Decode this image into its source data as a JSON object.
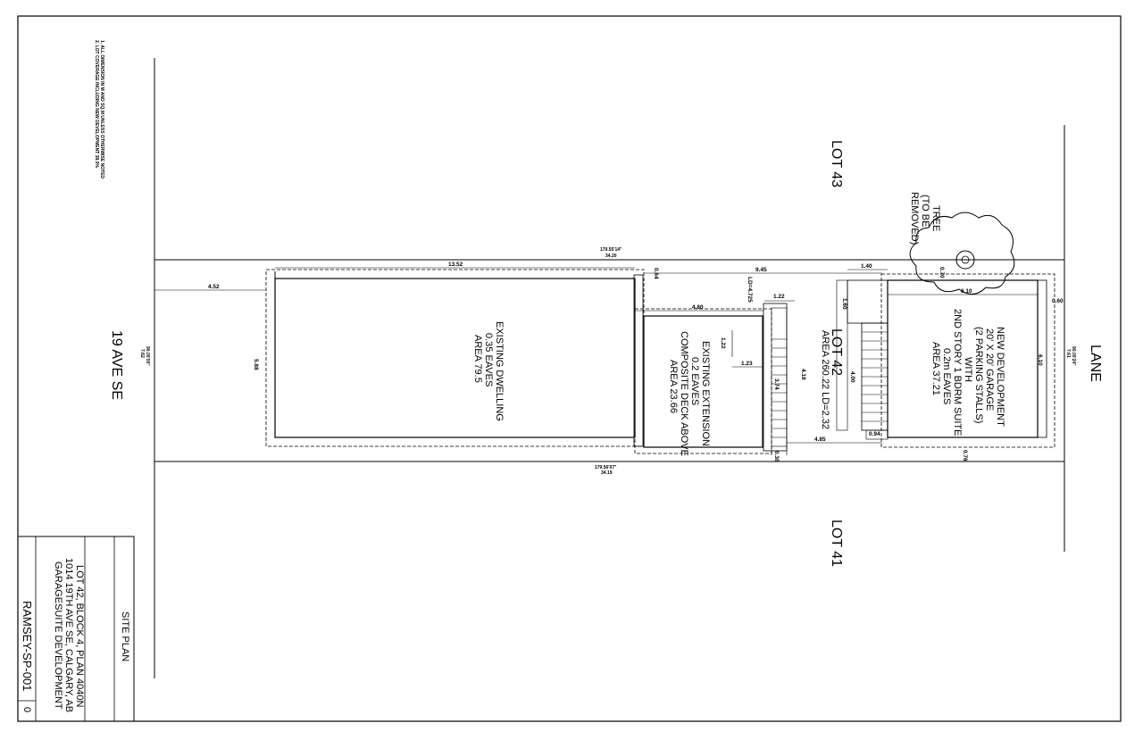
{
  "notes": {
    "line1": "1. ALL DIMENSION IN M AND SQ.M UNLESS OTHERWISE NOTED",
    "line2": "2. LOT COVERAGE INCLUDING NEW DEVELOPMENT 38.0%"
  },
  "streets": {
    "front": "19 AVE SE",
    "rear": "LANE"
  },
  "lots": {
    "north": "LOT 43",
    "south": "LOT 41",
    "subject": "LOT 42",
    "subject_area": "AREA 260.22  LD=2.32"
  },
  "tree": {
    "line1": "TREE",
    "line2": "(TO BE",
    "line3": "REMOVED)"
  },
  "dwelling": {
    "line1": "EXISTING DWELLING",
    "line2": "0.35 EAVES",
    "line3": "AREA 79.5"
  },
  "extension": {
    "line1": "EXISTING EXTENSION",
    "line2": "0.2 EAVES",
    "line3": "COMPOSITE DECK ABOVE",
    "line4": "AREA 23.66"
  },
  "garage": {
    "line1": "NEW DEVELOPMENT",
    "line2": "20' X 20' GARAGE",
    "line3": "(2 PARKING STALLS)",
    "line4": "WITH",
    "line5": "2ND STORY 1 BDRM SUITE",
    "line6": "0.2m EAVES",
    "line7": "AREA 37.21"
  },
  "bearings": {
    "north_bearing": "179.55'14\"",
    "north_length": "34.20",
    "south_bearing": "179.56'07\"",
    "south_length": "34.19",
    "west_bearing": "90.00'00\"",
    "west_length": "7.62",
    "east_bearing": "90.00'24\"",
    "east_length": "7.61"
  },
  "dims": {
    "d1352": "13.52",
    "d452": "4.52",
    "d588": "5.88",
    "d064": "0.64",
    "d945": "9.45",
    "d140": "1.40",
    "d070": "0.70",
    "d610top": "6.10",
    "d060": "0.60",
    "d610side": "6.10",
    "d480": "4.80",
    "ld4725": "LD=4.725",
    "d122a": "1.22",
    "d160": "1.60",
    "d122b": "1.22",
    "d123": "1.23",
    "d418": "4.18",
    "d374": "3.74",
    "d400": "4.00",
    "d094": "0.94",
    "d485": "4.85",
    "d038": "0.38",
    "d076": "0.76"
  },
  "title_block": {
    "sheet_title": "SITE PLAN",
    "line1": "LOT 42, BLOCK 4, PLAN 4040N",
    "line2": "1014 19TH AVE SE, CALGARY, AB",
    "line3": "GARAGESUITE DEVELOPMENT",
    "drawing_no": "RAMSEY-SP-001",
    "revision": "0"
  }
}
